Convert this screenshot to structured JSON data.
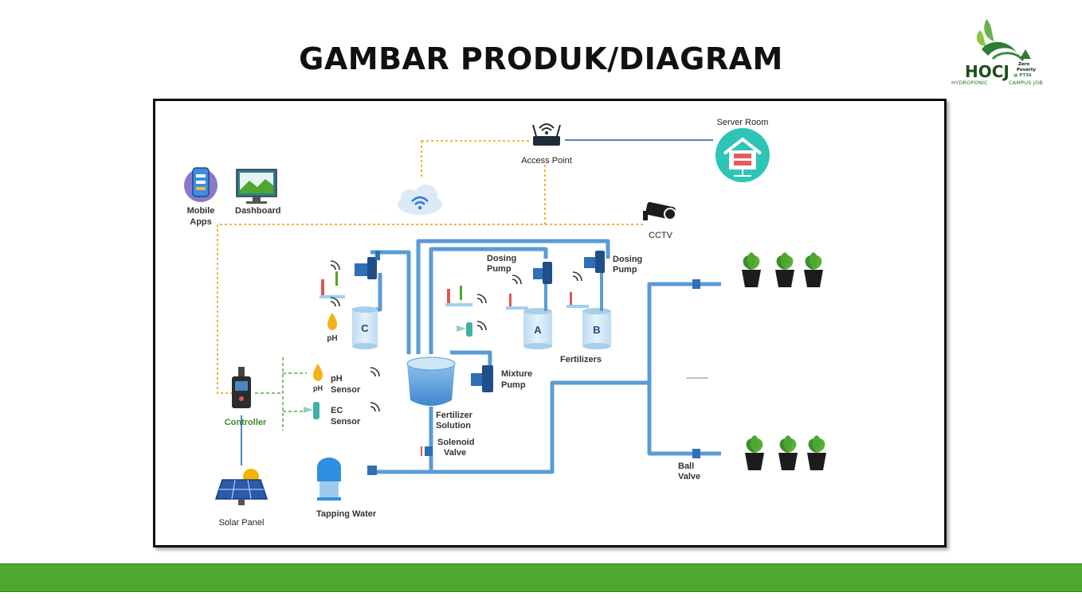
{
  "slide": {
    "title": "GAMBAR PRODUK/DIAGRAM"
  },
  "logo": {
    "brand": "HOCJ",
    "tag_zero": "Zero",
    "tag_poverty": "Poverty",
    "tag_ptss": "@ PTSS",
    "subtitle_left": "HYDROPONIC",
    "subtitle_right": "CAMPUS JOB"
  },
  "diagram": {
    "server_room": "Server Room",
    "access_point": "Access Point",
    "mobile_apps_line1": "Mobile",
    "mobile_apps_line2": "Apps",
    "dashboard": "Dashboard",
    "cctv": "CCTV",
    "ph_small": "pH",
    "tank_c": "C",
    "tank_a": "A",
    "tank_b": "B",
    "dosing_pump_1_line1": "Dosing",
    "dosing_pump_1_line2": "Pump",
    "dosing_pump_2_line1": "Dosing",
    "dosing_pump_2_line2": "Pump",
    "fertilizers": "Fertilizers",
    "ph_sensor_icon": "pH",
    "ph_sensor_line1": "pH",
    "ph_sensor_line2": "Sensor",
    "ec_sensor_line1": "EC",
    "ec_sensor_line2": "Sensor",
    "mixture_pump_line1": "Mixture",
    "mixture_pump_line2": "Pump",
    "fertilizer_solution_line1": "Fertilizer",
    "fertilizer_solution_line2": "Solution",
    "solenoid_valve_line1": "Solenoid",
    "solenoid_valve_line2": "Valve",
    "controller": "Controller",
    "solar_panel": "Solar Panel",
    "tapping_water": "Tapping  Water",
    "ball_valve_line1": "Ball",
    "ball_valve_line2": "Valve"
  },
  "colors": {
    "pipe": "#5b9bd5",
    "data_line": "#f2b43a",
    "accent_green": "#4ea72e",
    "controller_label": "#3a8a2a",
    "tank_fill": "#cfe6f4",
    "pump": "#2f6fb5"
  }
}
